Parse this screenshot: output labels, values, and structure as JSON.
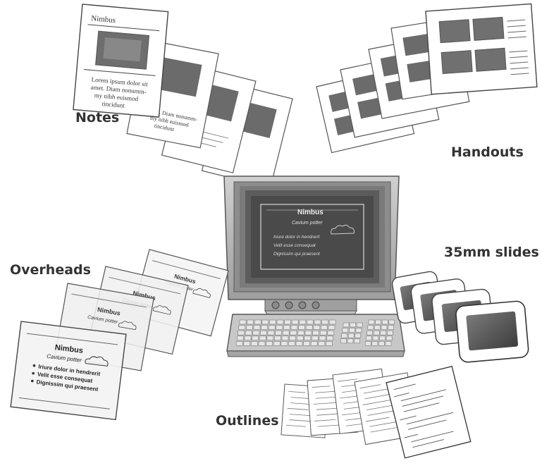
{
  "labels": {
    "notes": "Notes",
    "handouts": "Handouts",
    "overheads": "Overheads",
    "slides_35mm": "35mm slides",
    "outlines": "Outlines"
  },
  "notes_page": {
    "title": "Nimbus",
    "body_lines": [
      "Lorem ipsum dolor sit",
      "amet. Diam nonumm-",
      "my nibh euismod",
      "tincidunt"
    ],
    "back_lines": [
      "amet. Diam nonumm-",
      "my nibh euismod",
      "tincidunt"
    ]
  },
  "monitor_slide": {
    "title": "Nimbus",
    "subtitle": "Cavium potter",
    "bullets": [
      "Iriure dolor in hendrerit",
      "Velit esse consequat",
      "Dignissim qui praesent"
    ]
  },
  "overhead_slide": {
    "title": "Nimbus",
    "subtitle": "Cavium potter",
    "bullets": [
      "Iriure dolor in hendrerit",
      "Velit esse consequat",
      "Dignissim qui praesent"
    ]
  },
  "colors": {
    "ink": "#333333",
    "paper": "#ffffff",
    "slide_frame": "#8a8a8a",
    "slide_dark": "#4a4a4a",
    "monitor_bezel": "#b5b5b5"
  }
}
